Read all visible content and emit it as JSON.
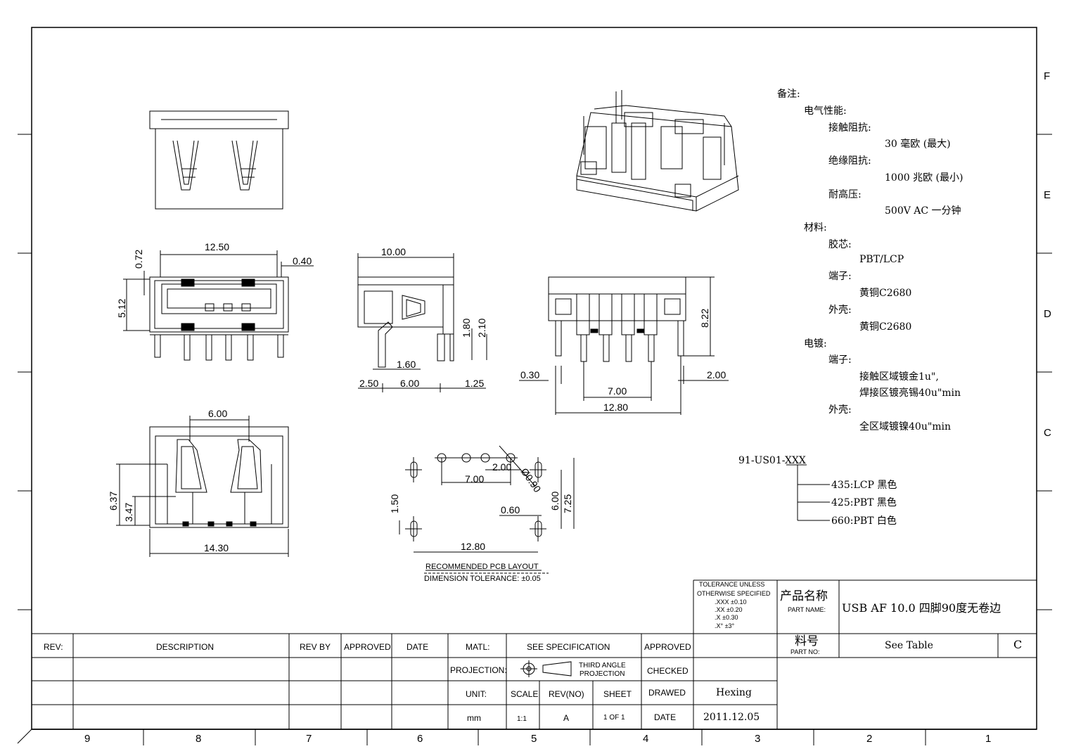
{
  "grid": {
    "rows": [
      "F",
      "E",
      "D",
      "C"
    ],
    "cols": [
      "9",
      "8",
      "7",
      "6",
      "5",
      "4",
      "3",
      "2",
      "1"
    ]
  },
  "dims": {
    "top_width": "12.50",
    "top_072": "0.72",
    "top_040": "0.40",
    "top_512": "5.12",
    "side_1000": "10.00",
    "side_180": "1.80",
    "side_210": "2.10",
    "side_160": "1.60",
    "side_250": "2.50",
    "side_600": "6.00",
    "side_125": "1.25",
    "back_822": "8.22",
    "back_030": "0.30",
    "back_200": "2.00",
    "back_700": "7.00",
    "back_1280": "12.80",
    "bot_600": "6.00",
    "bot_637": "6.37",
    "bot_347": "3.47",
    "bot_1430": "14.30",
    "pcb_200": "2.00",
    "pcb_700": "7.00",
    "pcb_090": "Ø0.90",
    "pcb_150": "1.50",
    "pcb_060": "0.60",
    "pcb_600": "6.00",
    "pcb_725": "7.25",
    "pcb_1280": "12.80",
    "pcb_title": "RECOMMENDED PCB LAYOUT",
    "pcb_tol": "DIMENSION TOLERANCE: ±0.05"
  },
  "notes": {
    "title": "备注:",
    "electrical": "电气性能:",
    "contact_res": "接触阻抗:",
    "contact_val": "30 毫欧 (最大)",
    "insul_res": "绝缘阻抗:",
    "insul_val": "1000 兆欧 (最小)",
    "voltage": "耐高压:",
    "voltage_val": "500V AC 一分钟",
    "material": "材料:",
    "core": "胶芯:",
    "core_val": "PBT/LCP",
    "terminal": "端子:",
    "terminal_val": "黄铜C2680",
    "shell": "外壳:",
    "shell_val": "黄铜C2680",
    "plating": "电镀:",
    "plating_terminal": "端子:",
    "plating_t1": "接触区域镀金1u\",",
    "plating_t2": "焊接区镀亮锡40u\"min",
    "plating_shell": "外壳:",
    "plating_s1": "全区域镀镍40u\"min"
  },
  "part_number": {
    "code": "91-US01-XXX",
    "options": [
      "435:LCP 黑色",
      "425:PBT 黑色",
      "660:PBT 白色"
    ]
  },
  "tolerance": {
    "l1": "TOLERANCE UNLESS",
    "l2": "OTHERWISE SPECIFIED",
    "l3": ".XXX ±0.10",
    "l4": ".XX  ±0.20",
    "l5": ".X   ±0.30",
    "l6": ".X°  ±3°"
  },
  "title_block": {
    "product_name_cn": "产品名称",
    "product_name_en": "PART NAME:",
    "product_name_val": "USB AF 10.0 四脚90度无卷边",
    "part_no_cn": "料号",
    "part_no_en": "PART NO:",
    "part_no_val": "See Table",
    "rev_letter": "C",
    "rev": "REV:",
    "description": "DESCRIPTION",
    "rev_by": "REV BY",
    "approved": "APPROVED",
    "date": "DATE",
    "matl": "MATL:",
    "see_spec": "SEE SPECIFICATION",
    "approved2": "APPROVED",
    "projection": "PROJECTION:",
    "third_angle_1": "THIRD ANGLE",
    "third_angle_2": "PROJECTION",
    "checked": "CHECKED",
    "unit": "UNIT:",
    "scale": "SCALE",
    "rev_no": "REV(NO)",
    "sheet": "SHEET",
    "drawed": "DRAWED",
    "drawed_val": "Hexing",
    "unit_val": "mm",
    "scale_val": "1:1",
    "rev_val": "A",
    "sheet_val": "1 OF 1",
    "date_label": "DATE",
    "date_val": "2011.12.05"
  }
}
